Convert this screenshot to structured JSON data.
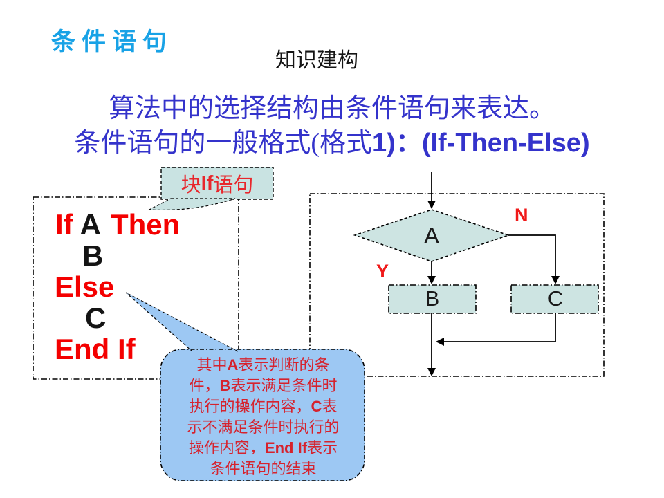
{
  "slide": {
    "corner_title": "条件语句",
    "page_title": "知识建构",
    "heading": {
      "line1": "算法中的选择结构由条件语句来表达。",
      "line2_pre": "条件语句的一般格式(格式",
      "line2_num": "1)：",
      "line2_latin": "(If-Then-Else)"
    }
  },
  "block_callout": {
    "pre": "块",
    "bold": "If",
    "post": "语句"
  },
  "code": {
    "kw_if": "If",
    "cond_a": "A",
    "kw_then": "Then",
    "stmt_b": "B",
    "kw_else": "Else",
    "stmt_c": "C",
    "kw_end_if": "End If"
  },
  "flowchart": {
    "decision_label": "A",
    "yes_label": "Y",
    "no_label": "N",
    "process_b_label": "B",
    "process_c_label": "C"
  },
  "bubble": {
    "l1a": "其中",
    "l1b": "A",
    "l1c": "表示判断的条",
    "l2a": "件，",
    "l2b": "B",
    "l2c": "表示满足条件时",
    "l3a": "执行的操作内容，",
    "l3b": "C",
    "l3c": "表",
    "l4a": "示不满足条件时执行的",
    "l5a": "操作内容，",
    "l5b": "End If",
    "l5c": "表示",
    "l6a": "条件语句的结束"
  },
  "colors": {
    "corner_title_cyan": "#18a2e6",
    "heading_blue": "#3433cb",
    "code_red": "#f40000",
    "bubble_text_red": "#d6222d",
    "callout_text_red": "#e8272c",
    "node_teal_fill": "#cde4e2",
    "bubble_blue_fill": "#9dc8f3",
    "line_black": "#000000"
  }
}
